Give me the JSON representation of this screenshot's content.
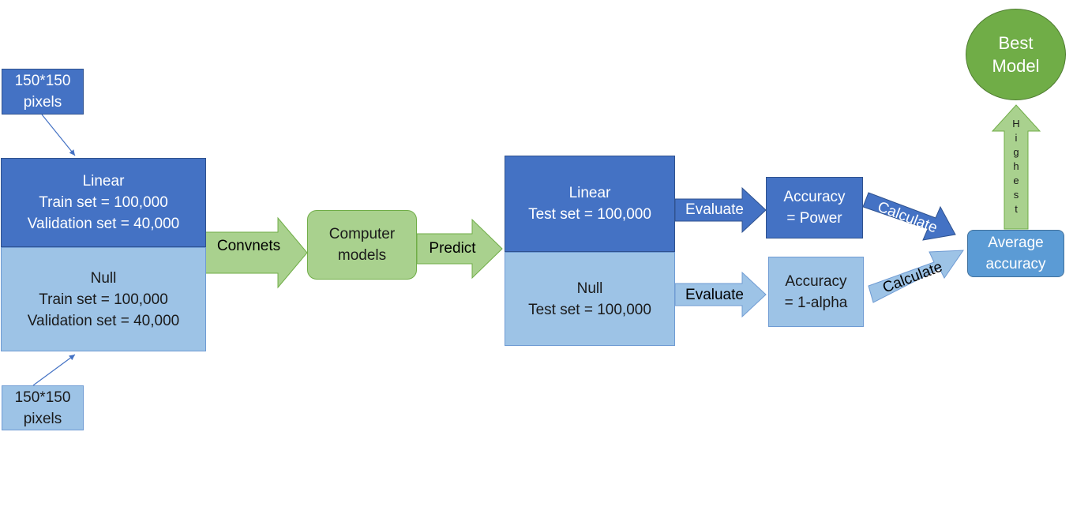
{
  "pixels_top": {
    "line1": "150*150",
    "line2": "pixels"
  },
  "pixels_bottom": {
    "line1": "150*150",
    "line2": "pixels"
  },
  "train_linear": {
    "title": "Linear",
    "line1": "Train set = 100,000",
    "line2": "Validation set =  40,000"
  },
  "train_null": {
    "title": "Null",
    "line1": "Train set = 100,000",
    "line2": "Validation set =  40,000"
  },
  "convnets_label": "Convnets",
  "computer_models": {
    "line1": "Computer",
    "line2": "models"
  },
  "predict_label": "Predict",
  "test_linear": {
    "title": "Linear",
    "line1": "Test set = 100,000"
  },
  "test_null": {
    "title": "Null",
    "line1": "Test set = 100,000"
  },
  "evaluate_top_label": "Evaluate",
  "evaluate_bottom_label": "Evaluate",
  "acc_power": {
    "line1": "Accuracy",
    "line2": "= Power"
  },
  "acc_alpha": {
    "line1": "Accuracy",
    "line2": "= 1-alpha"
  },
  "calculate_top_label": "Calculate",
  "calculate_bottom_label": "Calculate",
  "average": {
    "line1": "Average",
    "line2": "accuracy"
  },
  "highest_letters": [
    "H",
    "i",
    "g",
    "h",
    "e",
    "s",
    "t"
  ],
  "best_model": {
    "line1": "Best",
    "line2": "Model"
  },
  "colors": {
    "dark_blue": "#4472c4",
    "light_blue": "#9dc3e6",
    "mid_blue": "#5b9bd5",
    "light_green": "#a9d18e",
    "green": "#70ad47"
  }
}
